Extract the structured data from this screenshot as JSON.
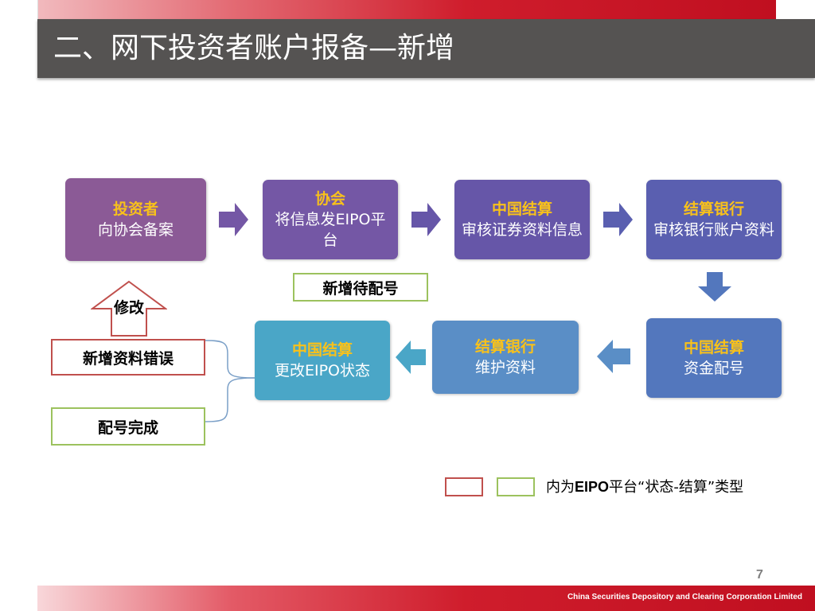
{
  "header": {
    "title": "二、网下投资者账户报备—新增"
  },
  "flow": {
    "investor": {
      "title": "投资者",
      "desc": "向协会备案"
    },
    "association": {
      "title": "协会",
      "desc": "将信息发EIPO平台"
    },
    "csdc_review": {
      "title": "中国结算",
      "desc": "审核证券资料信息"
    },
    "bank_review": {
      "title": "结算银行",
      "desc": "审核银行账户资料"
    },
    "csdc_assign": {
      "title": "中国结算",
      "desc": "资金配号"
    },
    "bank_maintain": {
      "title": "结算银行",
      "desc": "维护资料"
    },
    "csdc_update": {
      "title": "中国结算",
      "desc": "更改EIPO状态"
    }
  },
  "statuses": {
    "pending": "新增待配号",
    "error": "新增资料错误",
    "complete": "配号完成",
    "modify": "修改"
  },
  "legend": {
    "prefix": "内为",
    "bold": "EIPO",
    "suffix": "平台“状态-结算”类型"
  },
  "colors": {
    "accent_red": "#c00f20",
    "title_bar": "#555352",
    "title_yellow": "#f8c11b",
    "status_green": "#9cc25e",
    "status_red": "#c0504d"
  },
  "footer": {
    "page_number": "7",
    "company": "China Securities Depository and Clearing Corporation Limited"
  }
}
